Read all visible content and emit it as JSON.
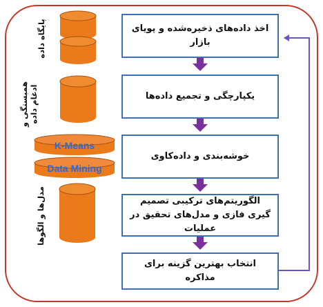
{
  "steps": [
    {
      "text": "اخذ داده‌های ذخیره‌شده و پویای بازار"
    },
    {
      "text": "یکپارچگی و تجمیع  داده‌ها"
    },
    {
      "text": "خوشه‌بندی و داده‌کاوی"
    },
    {
      "text": "الگوریتم‌های ترکیبی تصمیم گیری فازی و مدل‌های تحقیق در عملیات"
    },
    {
      "text": "انتخاب بهترین گزینه برای مذاکره"
    }
  ],
  "side_labels": {
    "database": "پایگاه داده",
    "correlation": "همبستگی و ادغام داده",
    "models": "مدل‌ها و الگوها"
  },
  "banners": {
    "kmeans": "K-Means",
    "data_mining": "Data Mining"
  },
  "colors": {
    "frame_border": "#c0392b",
    "box_border": "#3c6fb4",
    "arrow": "#7b2f9c",
    "feedback_arrow": "#6a55c8",
    "cylinder_fill": "#ea7a1a",
    "cylinder_edge": "#aa5210",
    "banner_text": "#2b6ad8"
  }
}
